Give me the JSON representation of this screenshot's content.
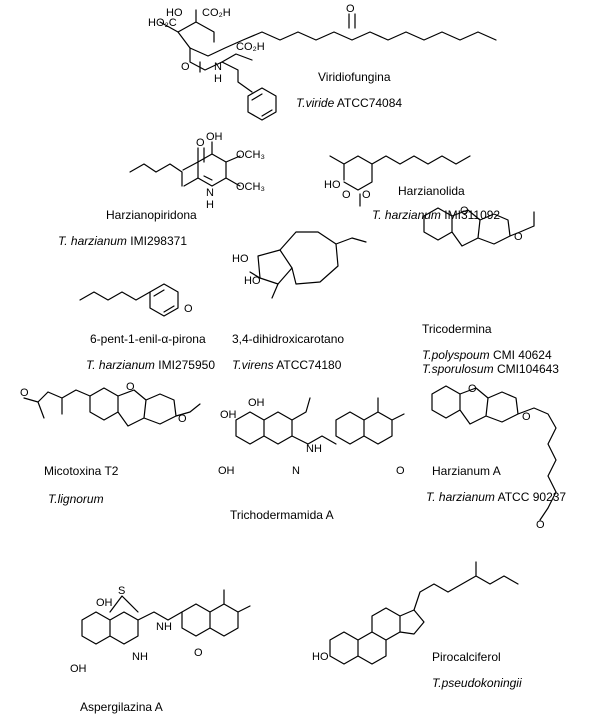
{
  "compounds": [
    {
      "name": "Viridiofungina",
      "species": "T.viride",
      "strain": "ATCC74084"
    },
    {
      "name": "Harzianopiridona",
      "species": "T. harzianum",
      "strain": "IMI298371"
    },
    {
      "name": "Harzianolida",
      "species": "T. harzianum",
      "strain": "IMI311092"
    },
    {
      "name": "6-pent-1-enil-α-pirona",
      "species": "T. harzianum",
      "strain": "IMI275950"
    },
    {
      "name": "3,4-dihidroxicarotano",
      "species": "T.virens",
      "strain": "ATCC74180"
    },
    {
      "name": "Tricodermina",
      "species": "T.polyspoum",
      "strain": "CMI 40624",
      "species2": "T.sporulosum",
      "strain2": "CMI104643"
    },
    {
      "name": "Micotoxina T2",
      "species": "T.lignorum",
      "strain": ""
    },
    {
      "name": "Trichodermamida A",
      "species": "",
      "strain": ""
    },
    {
      "name": "Harzianum A",
      "species": "T. harzianum",
      "strain": "ATCC 90237"
    },
    {
      "name": "Aspergilazina A",
      "species": "",
      "strain": ""
    },
    {
      "name": "Pirocalciferol",
      "species": "T.pseudokoningii",
      "strain": ""
    }
  ],
  "atom_labels": {
    "ho2c": "HO₂C",
    "co2h": "CO₂H",
    "ho": "HO",
    "oh": "OH",
    "o": "O",
    "h": "H",
    "n": "N",
    "s": "S",
    "och3": "OCH₃",
    "nh": "NH"
  }
}
